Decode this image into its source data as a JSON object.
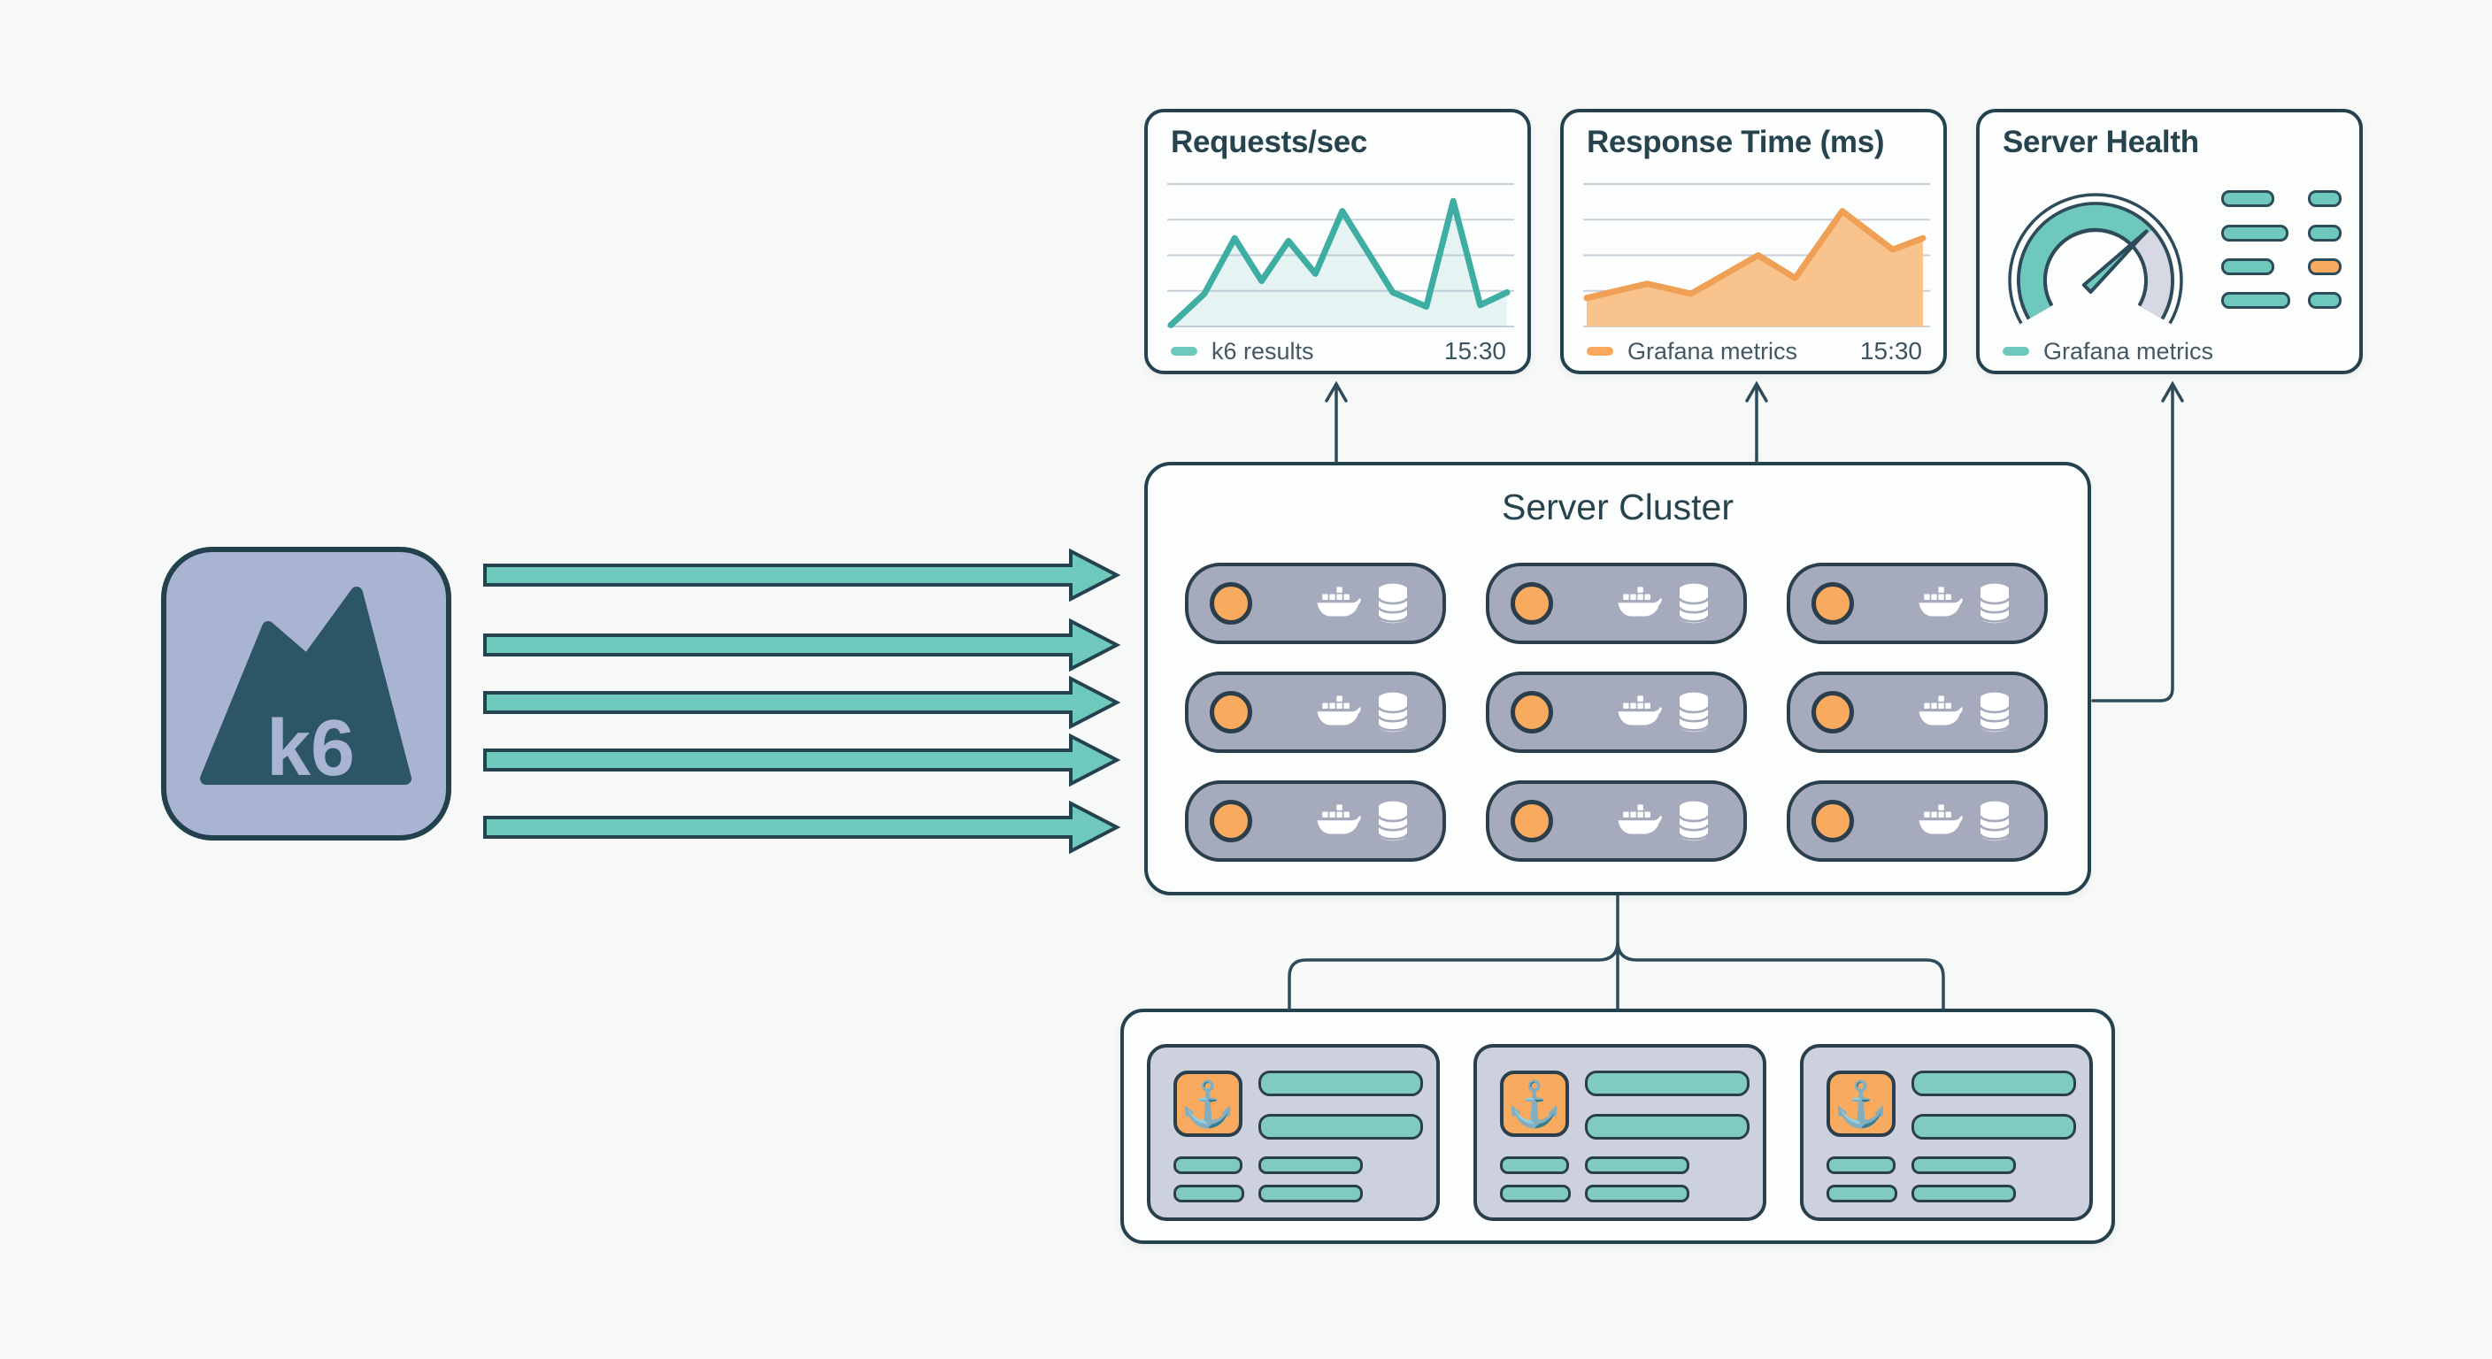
{
  "k6": {
    "label": "k6"
  },
  "arrows": {
    "count": 5
  },
  "cluster": {
    "title": "Server Cluster",
    "rows": 3,
    "cols": 3
  },
  "containers": {
    "count": 3
  },
  "panels": {
    "requests": {
      "title": "Requests/sec",
      "legend": "k6 results",
      "timestamp": "15:30"
    },
    "response": {
      "title": "Response Time (ms)",
      "legend": "Grafana metrics",
      "timestamp": "15:30"
    },
    "health": {
      "title": "Server Health",
      "legend": "Grafana metrics",
      "pills": {
        "left": [
          "teal",
          "teal",
          "teal",
          "teal"
        ],
        "right": [
          "teal",
          "teal",
          "orange",
          "teal"
        ]
      }
    }
  },
  "chart_data": [
    {
      "type": "line",
      "title": "Requests/sec",
      "legend": [
        "k6 results"
      ],
      "legend_position": "bottom-left",
      "annotation": "15:30",
      "x_axis": "time (unlabeled)",
      "y_axis": "unlabeled",
      "grid": true,
      "gridlines": 5,
      "x": [
        0,
        0.1,
        0.19,
        0.27,
        0.35,
        0.43,
        0.51,
        0.66,
        0.76,
        0.84,
        0.92,
        1.0
      ],
      "values": [
        1,
        23,
        62,
        32,
        60,
        37,
        81,
        24,
        14,
        88,
        15,
        24
      ],
      "ylim": [
        0,
        100
      ],
      "color": "#3daea1",
      "fill": "rgba(111,200,188,0.16)"
    },
    {
      "type": "area",
      "title": "Response Time (ms)",
      "legend": [
        "Grafana metrics"
      ],
      "legend_position": "bottom-left",
      "annotation": "15:30",
      "x_axis": "time (unlabeled)",
      "y_axis": "unlabeled",
      "grid": true,
      "gridlines": 5,
      "x": [
        0,
        0.18,
        0.31,
        0.51,
        0.62,
        0.76,
        0.91,
        1.0
      ],
      "values": [
        20,
        30,
        23,
        50,
        34,
        81,
        54,
        62
      ],
      "ylim": [
        0,
        100
      ],
      "color": "#f0a055",
      "fill": "#f9c38d"
    },
    {
      "type": "gauge",
      "title": "Server Health",
      "legend": [
        "Grafana metrics"
      ],
      "value_fraction": 0.7,
      "color": "#6fc8bc",
      "track_color": "#d6d9e3"
    }
  ],
  "colors": {
    "background": "#f7f9f8",
    "panel": "#fcfdfd",
    "outline": "#24414e",
    "teal": "#6fc8bc",
    "teal_line": "#3daea1",
    "orange": "#f8aa5f",
    "orange_line": "#f0a055",
    "node_gray": "#a6aabd",
    "card_gray": "#cdd1de",
    "k6_tile": "#a9b3d2",
    "k6_mountain": "#2c5565",
    "gridline": "#c9cfd9",
    "connector": "#2e4b5a"
  }
}
